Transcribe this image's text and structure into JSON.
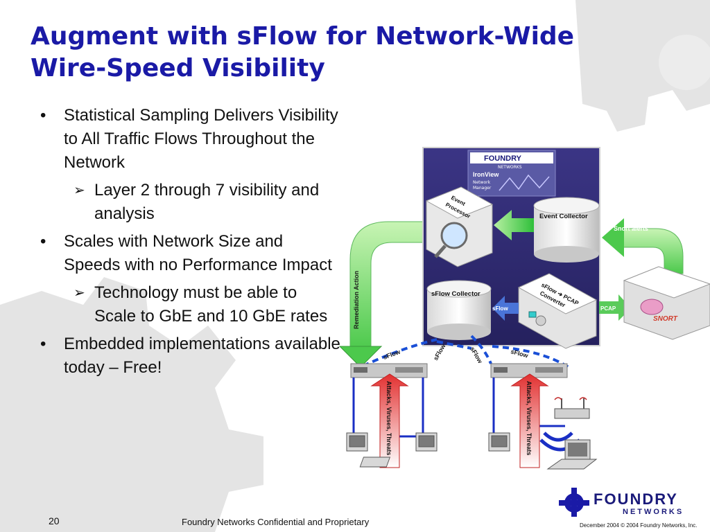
{
  "slide": {
    "title_line1": "Augment with sFlow for Network-Wide",
    "title_line2": "Wire-Speed Visibility",
    "page_number": "20",
    "footer_confidential": "Foundry Networks Confidential and Proprietary",
    "footer_copyright": "December 2004  © 2004 Foundry Networks, Inc."
  },
  "bullets": [
    {
      "text": "Statistical Sampling Delivers Visibility to All Traffic Flows Throughout the Network",
      "level": 1
    },
    {
      "text": "Layer 2 through 7 visibility and analysis",
      "level": 2
    },
    {
      "text": "Scales with Network Size and Speeds with no Performance Impact",
      "level": 1
    },
    {
      "text": "Technology must be able to Scale to GbE and 10 GbE rates",
      "level": 2
    },
    {
      "text": "Embedded implementations available today – Free!",
      "level": 1
    }
  ],
  "bullet_glyphs": {
    "level1": "•",
    "level2": "➢"
  },
  "diagram": {
    "panel_logo_brand": "FOUNDRY",
    "panel_logo_sub": "NETWORKS",
    "ironview_title": "IronView",
    "ironview_line2": "Network",
    "ironview_line3": "Manager",
    "event_processor_l1": "Event",
    "event_processor_l2": "Processor",
    "event_collector": "Event Collector",
    "sflow_collector": "sFlow Collector",
    "converter_l1": "sFlow ➔ PCAP",
    "converter_l2": "Converter",
    "snort_alerts": "Snort alerts",
    "sflow_arrow": "sFlow",
    "pcap_arrow": "PCAP",
    "remediation_action": "Remediation Action",
    "sflow_flow_label": "sFlow",
    "attacks_label": "Attacks, Viruses, Threats",
    "snort_logo_text": "SNORT"
  },
  "logo": {
    "brand": "FOUNDRY",
    "sub": "NETWORKS"
  },
  "colors": {
    "title": "#1a1aa6",
    "panel": "#2e2a70",
    "green_arrow": "#55d65a",
    "red_arrow": "#e23030",
    "sflow_dash": "#1a4fd6"
  }
}
